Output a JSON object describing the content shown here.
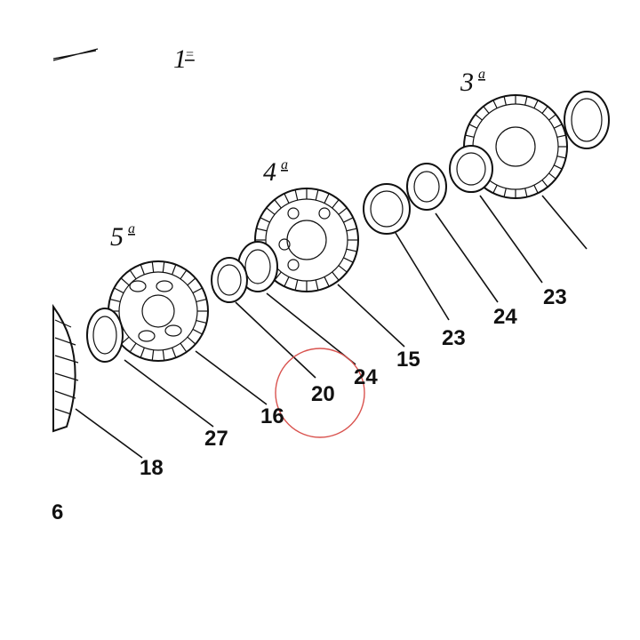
{
  "diagram": {
    "gear_labels": [
      {
        "id": "gear-1",
        "main": "1",
        "sup": "="
      },
      {
        "id": "gear-3",
        "main": "3",
        "sup": "a"
      },
      {
        "id": "gear-4",
        "main": "4",
        "sup": "a"
      },
      {
        "id": "gear-5",
        "main": "5",
        "sup": "a"
      }
    ],
    "part_numbers": {
      "p23_right": "23",
      "p24_right": "24",
      "p23_mid": "23",
      "p15": "15",
      "p24_mid": "24",
      "p20": "20",
      "p16": "16",
      "p27": "27",
      "p18": "18",
      "p6": "6"
    },
    "highlight_color": "#d9534f"
  }
}
